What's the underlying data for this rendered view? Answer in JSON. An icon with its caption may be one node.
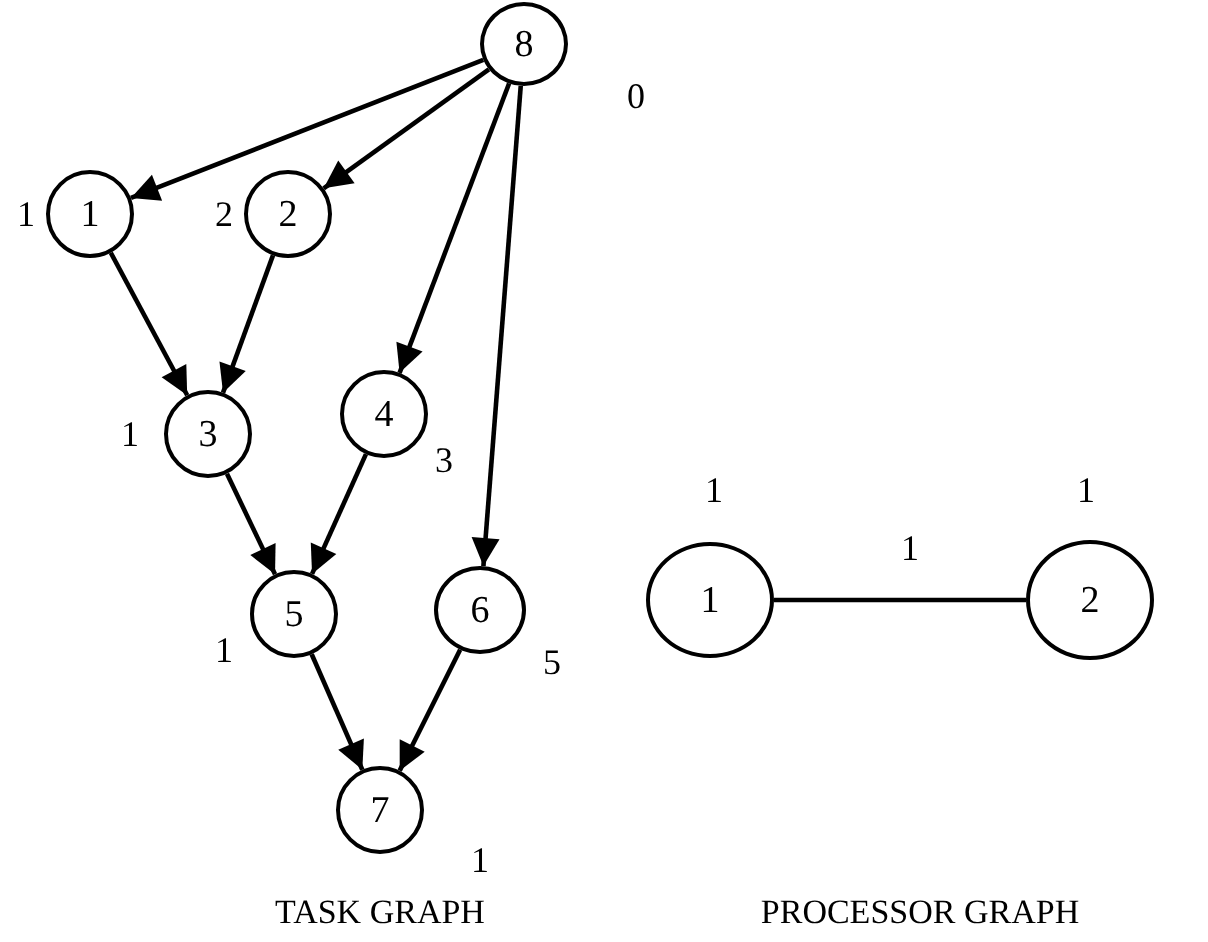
{
  "diagram": {
    "nodes": [
      {
        "text": [
          "8"
        ],
        "beside": [
          "0"
        ]
      },
      {
        "text": [
          "1"
        ],
        "beside": [
          "1"
        ]
      },
      {
        "text": [
          "2"
        ],
        "beside": [
          "2"
        ]
      },
      {
        "text": [
          "3"
        ],
        "beside": [
          "1"
        ]
      },
      {
        "text": [
          "4"
        ],
        "beside": [
          "3"
        ]
      },
      {
        "text": [
          "5"
        ],
        "beside": [
          "1"
        ]
      },
      {
        "text": [
          "6"
        ],
        "beside": [
          "5"
        ]
      },
      {
        "text": [
          "7"
        ],
        "beside": [
          "1"
        ]
      },
      {
        "text": [
          "1"
        ],
        "beside": [
          "1"
        ]
      },
      {
        "text": [
          "2"
        ],
        "beside": [
          "1"
        ]
      }
    ],
    "edges": [
      {
        "from": 0,
        "to": 1,
        "arrow": "to"
      },
      {
        "from": 0,
        "to": 2,
        "arrow": "to"
      },
      {
        "from": 0,
        "to": 4,
        "arrow": "to"
      },
      {
        "from": 0,
        "to": 6,
        "arrow": "to"
      },
      {
        "from": 1,
        "to": 3,
        "arrow": "to"
      },
      {
        "from": 2,
        "to": 3,
        "arrow": "to"
      },
      {
        "from": 3,
        "to": 5,
        "arrow": "to"
      },
      {
        "from": 4,
        "to": 5,
        "arrow": "to"
      },
      {
        "from": 5,
        "to": 7,
        "arrow": "to"
      },
      {
        "from": 6,
        "to": 7,
        "arrow": "to"
      },
      {
        "from": 8,
        "to": 9,
        "arrow": "none",
        "label": "1"
      }
    ],
    "labels": [
      "TASK GRAPH",
      "PROCESSOR GRAPH"
    ]
  }
}
